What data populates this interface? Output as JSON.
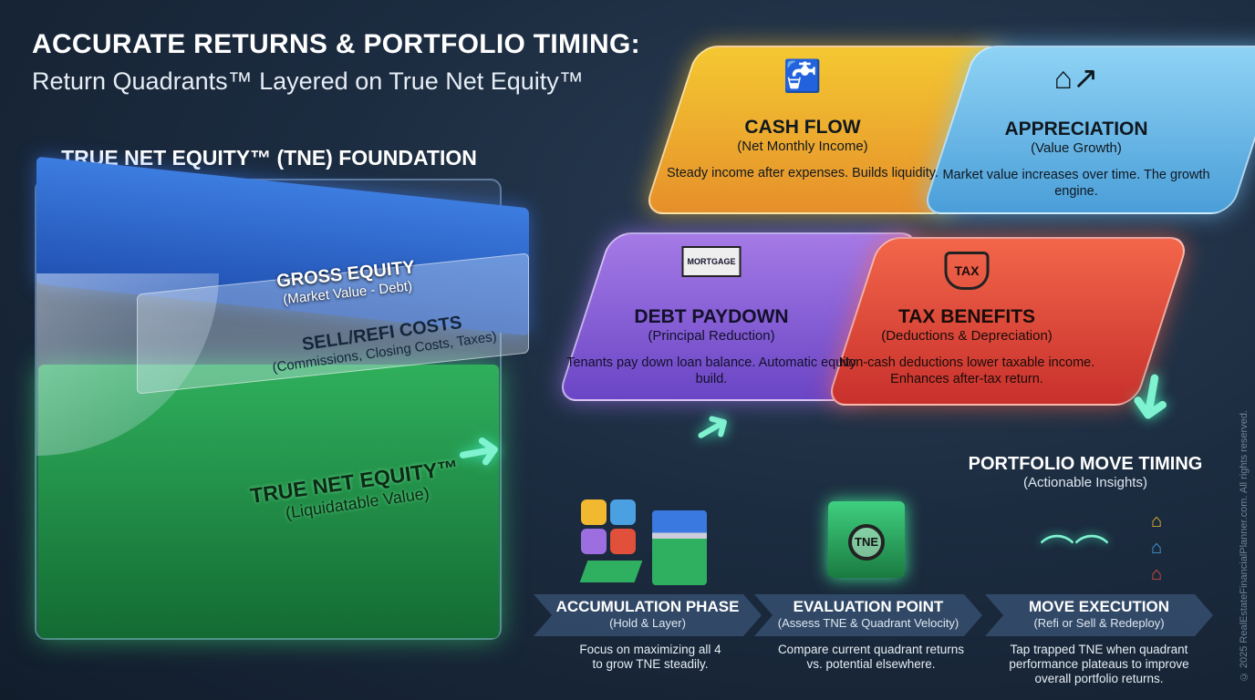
{
  "title": {
    "line1": "ACCURATE RETURNS & PORTFOLIO TIMING:",
    "line2": "Return Quadrants™ Layered on True Net Equity™"
  },
  "foundation": {
    "heading": "TRUE NET EQUITY™ (TNE) FOUNDATION",
    "gross": {
      "label": "GROSS EQUITY",
      "sub": "(Market Value - Debt)"
    },
    "costs": {
      "label": "SELL/REFI COSTS",
      "sub": "(Commissions, Closing Costs, Taxes)"
    },
    "tne": {
      "label": "TRUE NET EQUITY™",
      "sub": "(Liquidatable Value)"
    }
  },
  "quadrants": [
    {
      "title": "CASH FLOW",
      "sub": "(Net Monthly Income)",
      "desc": "Steady income after expenses. Builds liquidity.",
      "icon": "faucet-coin-icon",
      "color": "#f4c832"
    },
    {
      "title": "APPRECIATION",
      "sub": "(Value Growth)",
      "desc": "Market value increases over time. The growth engine.",
      "icon": "house-growth-icon",
      "color": "#8fd3f5"
    },
    {
      "title": "DEBT PAYDOWN",
      "sub": "(Principal Reduction)",
      "desc": "Tenants pay down loan balance. Automatic equity build.",
      "icon": "mortgage-document-icon",
      "color": "#a57ae6",
      "icon_text": "MORTGAGE"
    },
    {
      "title": "TAX BENEFITS",
      "sub": "(Deductions & Depreciation)",
      "desc": "Non-cash deductions lower taxable income. Enhances after-tax return.",
      "icon": "tax-shield-icon",
      "color": "#f2664a",
      "icon_text": "TAX"
    }
  ],
  "timing": {
    "title": "PORTFOLIO MOVE TIMING",
    "sub": "(Actionable Insights)"
  },
  "phases": [
    {
      "title": "ACCUMULATION PHASE",
      "sub": "(Hold & Layer)",
      "desc": "Focus on maximizing all 4 to grow TNE steadily."
    },
    {
      "title": "EVALUATION POINT",
      "sub": "(Assess TNE & Quadrant Velocity)",
      "desc": "Compare current quadrant returns vs. potential elsewhere.",
      "icon_text": "TNE"
    },
    {
      "title": "MOVE EXECUTION",
      "sub": "(Refi or Sell & Redeploy)",
      "desc": "Tap trapped TNE when quadrant performance plateaus to improve overall portfolio returns."
    }
  ],
  "copyright": "© 2025 RealEstateFinancialPlanner.com. All rights reserved."
}
